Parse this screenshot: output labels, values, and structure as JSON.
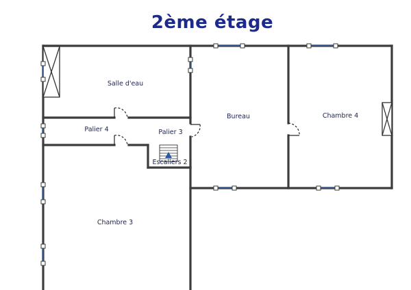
{
  "title": "2ème étage",
  "rooms": {
    "salle_deau": "Salle d'eau",
    "bureau": "Bureau",
    "chambre4": "Chambre 4",
    "palier4": "Palier 4",
    "palier3": "Palier 3",
    "escaliers2": "Escaliers 2",
    "chambre3": "Chambre 3"
  },
  "colors": {
    "title": "#1c2a8c",
    "walls": "#3c3c3c",
    "labels": "#1c2250",
    "window_glass": "#2a5aa0"
  }
}
